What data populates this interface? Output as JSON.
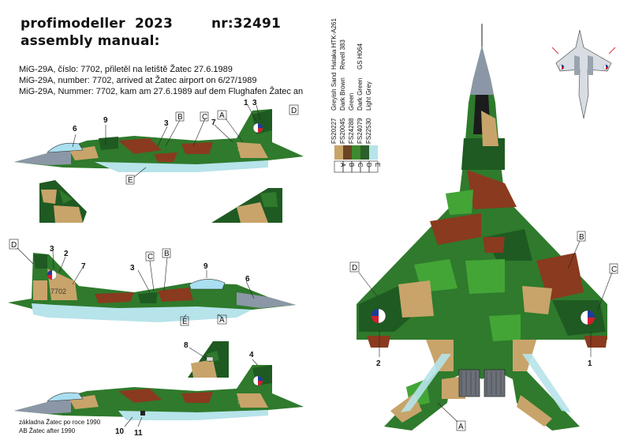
{
  "header": {
    "brand": "profimodeller",
    "year": "2023",
    "kit_number": "nr:32491",
    "subtitle": "assembly manual:"
  },
  "descriptions": [
    "MiG-29A, číslo: 7702, přiletěl na letiště Žatec 27.6.1989",
    "MiG-29A, number: 7702, arrived at Žatec airport on 6/27/1989",
    "MiG-29A, Nummer: 7702, kam am 27.6.1989 auf dem Flughafen Žatec an"
  ],
  "footer": [
    "základna Žatec po roce 1990",
    "AB Žatec after 1990"
  ],
  "colors": {
    "sand": "#c8a46a",
    "brown": "#8a4a1e",
    "green": "#3f8a2e",
    "dark_green": "#1f5a22",
    "light_grey": "#b7e3ea",
    "nose_grey": "#8b97a6",
    "canopy": "#a9dff0",
    "roundel_red": "#d11f2a",
    "roundel_blue": "#1e3a9c"
  },
  "paint_legend": [
    {
      "letter": "A",
      "fs": "FS20227",
      "name": "Greyish Sand",
      "ref": "Hataka HTK-A261",
      "color": "#c8a46a"
    },
    {
      "letter": "B",
      "fs": "FS20045",
      "name": "Dark Brown",
      "ref": "Revell 383",
      "color": "#6b4423"
    },
    {
      "letter": "C",
      "fs": "FS24288",
      "name": "Green",
      "ref": "",
      "color": "#3f8a2e"
    },
    {
      "letter": "D",
      "fs": "FS24079",
      "name": "Dark Green",
      "ref": "GS H064",
      "color": "#2b5f2b"
    },
    {
      "letter": "E",
      "fs": "FS22530",
      "name": "Light Grey",
      "ref": "",
      "color": "#b7e3ea"
    }
  ],
  "callouts": {
    "side1": [
      "1",
      "3",
      "D",
      "A",
      "C",
      "B",
      "3",
      "9",
      "6",
      "7",
      "E"
    ],
    "tails": [],
    "side2": [
      "D",
      "3",
      "2",
      "7",
      "3",
      "C",
      "B",
      "9",
      "6",
      "E",
      "A"
    ],
    "side3": [
      "8",
      "4",
      "10",
      "11"
    ],
    "planform": [
      "B",
      "D",
      "C",
      "2",
      "1",
      "A"
    ]
  },
  "aircraft_number": "7702"
}
